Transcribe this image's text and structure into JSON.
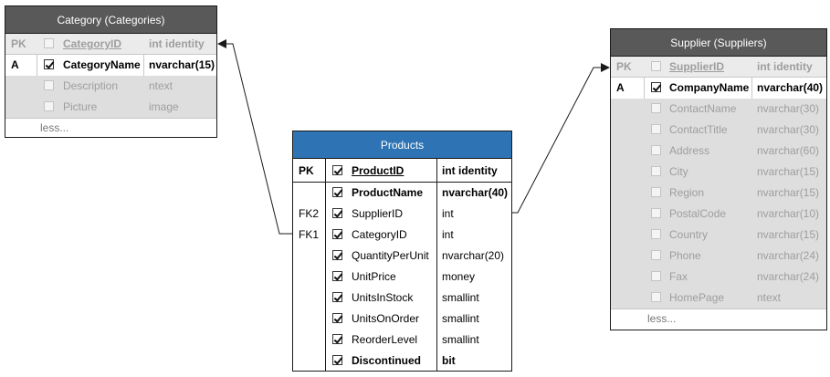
{
  "categories": {
    "title": "Category (Categories)",
    "columns": [
      {
        "key": "PK",
        "name": "CategoryID",
        "type": "int identity",
        "checked": false,
        "bold": true,
        "underline": true,
        "dim": true
      },
      {
        "key": "A",
        "name": "CategoryName",
        "type": "nvarchar(15)",
        "checked": true,
        "bold": true,
        "underline": false,
        "dim": false
      },
      {
        "key": "",
        "name": "Description",
        "type": "ntext",
        "checked": false,
        "bold": false,
        "underline": false,
        "dim": true
      },
      {
        "key": "",
        "name": "Picture",
        "type": "image",
        "checked": false,
        "bold": false,
        "underline": false,
        "dim": true
      }
    ],
    "less_label": "less..."
  },
  "products": {
    "title": "Products",
    "columns": [
      {
        "key": "PK",
        "name": "ProductID",
        "type": "int identity",
        "checked": true,
        "bold": true,
        "underline": true
      },
      {
        "key": "",
        "name": "ProductName",
        "type": "nvarchar(40)",
        "checked": true,
        "bold": true,
        "underline": false
      },
      {
        "key": "FK2",
        "name": "SupplierID",
        "type": "int",
        "checked": true,
        "bold": false,
        "underline": false
      },
      {
        "key": "FK1",
        "name": "CategoryID",
        "type": "int",
        "checked": true,
        "bold": false,
        "underline": false
      },
      {
        "key": "",
        "name": "QuantityPerUnit",
        "type": "nvarchar(20)",
        "checked": true,
        "bold": false,
        "underline": false
      },
      {
        "key": "",
        "name": "UnitPrice",
        "type": "money",
        "checked": true,
        "bold": false,
        "underline": false
      },
      {
        "key": "",
        "name": "UnitsInStock",
        "type": "smallint",
        "checked": true,
        "bold": false,
        "underline": false
      },
      {
        "key": "",
        "name": "UnitsOnOrder",
        "type": "smallint",
        "checked": true,
        "bold": false,
        "underline": false
      },
      {
        "key": "",
        "name": "ReorderLevel",
        "type": "smallint",
        "checked": true,
        "bold": false,
        "underline": false
      },
      {
        "key": "",
        "name": "Discontinued",
        "type": "bit",
        "checked": true,
        "bold": true,
        "underline": false
      }
    ]
  },
  "suppliers": {
    "title": "Supplier (Suppliers)",
    "columns": [
      {
        "key": "PK",
        "name": "SupplierID",
        "type": "int identity",
        "checked": false,
        "bold": true,
        "underline": true,
        "dim": true
      },
      {
        "key": "A",
        "name": "CompanyName",
        "type": "nvarchar(40)",
        "checked": true,
        "bold": true,
        "underline": false,
        "dim": false
      },
      {
        "key": "",
        "name": "ContactName",
        "type": "nvarchar(30)",
        "checked": false,
        "bold": false,
        "underline": false,
        "dim": true
      },
      {
        "key": "",
        "name": "ContactTitle",
        "type": "nvarchar(30)",
        "checked": false,
        "bold": false,
        "underline": false,
        "dim": true
      },
      {
        "key": "",
        "name": "Address",
        "type": "nvarchar(60)",
        "checked": false,
        "bold": false,
        "underline": false,
        "dim": true
      },
      {
        "key": "",
        "name": "City",
        "type": "nvarchar(15)",
        "checked": false,
        "bold": false,
        "underline": false,
        "dim": true
      },
      {
        "key": "",
        "name": "Region",
        "type": "nvarchar(15)",
        "checked": false,
        "bold": false,
        "underline": false,
        "dim": true
      },
      {
        "key": "",
        "name": "PostalCode",
        "type": "nvarchar(10)",
        "checked": false,
        "bold": false,
        "underline": false,
        "dim": true
      },
      {
        "key": "",
        "name": "Country",
        "type": "nvarchar(15)",
        "checked": false,
        "bold": false,
        "underline": false,
        "dim": true
      },
      {
        "key": "",
        "name": "Phone",
        "type": "nvarchar(24)",
        "checked": false,
        "bold": false,
        "underline": false,
        "dim": true
      },
      {
        "key": "",
        "name": "Fax",
        "type": "nvarchar(24)",
        "checked": false,
        "bold": false,
        "underline": false,
        "dim": true
      },
      {
        "key": "",
        "name": "HomePage",
        "type": "ntext",
        "checked": false,
        "bold": false,
        "underline": false,
        "dim": true
      }
    ],
    "less_label": "less..."
  },
  "colors": {
    "header_gray": "#595959",
    "header_blue": "#2e74b5",
    "row_gray": "#dedede",
    "dim_text": "#9e9e9e"
  }
}
